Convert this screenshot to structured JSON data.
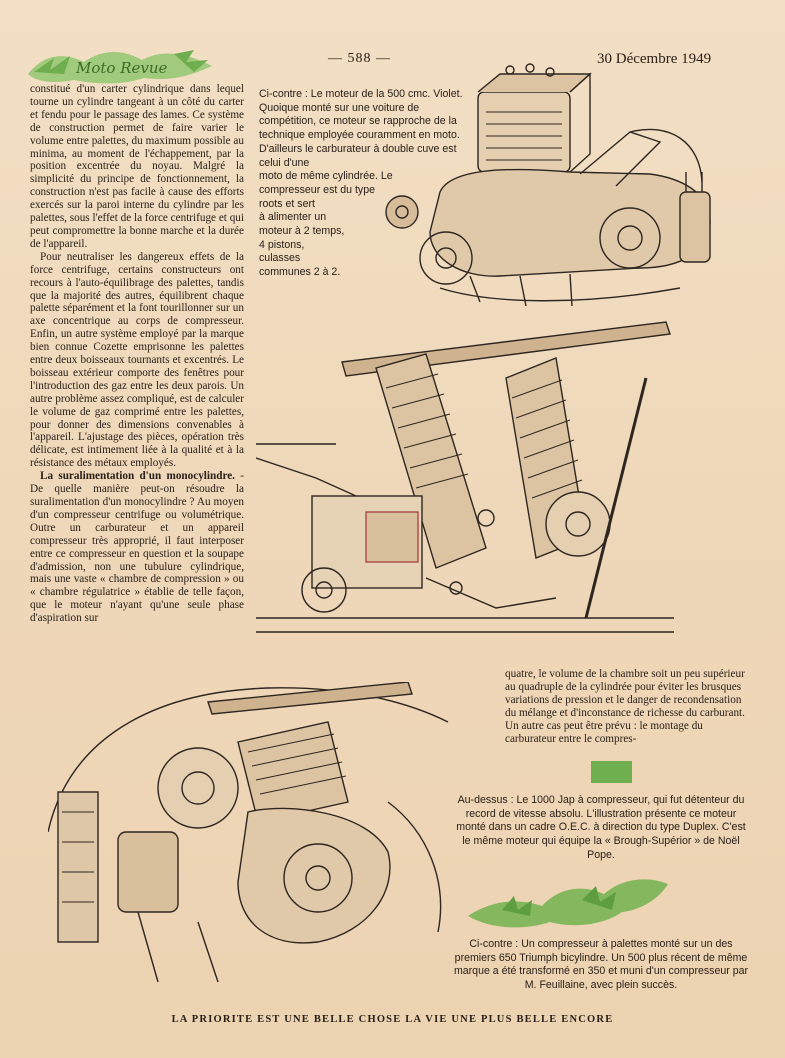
{
  "header": {
    "logo_text": "Moto Revue",
    "page_number": "— 588 —",
    "date": "30 Décembre 1949"
  },
  "article": {
    "col_left_p1": "constitué d'un carter cylindrique dans lequel tourne un cylindre tangeant à un côté du carter et fendu pour le passage des lames. Ce système de construction permet de faire varier le volume entre palettes, du maximum possible au minima, au moment de l'échappement, par la position excentrée du noyau. Malgré la simplicité du principe de fonctionnement, la construction n'est pas facile à cause des efforts exercés sur la paroi interne du cylindre par les palettes, sous l'effet de la force centrifuge et qui peut compromettre la bonne marche et la durée de l'appareil.",
    "col_left_p2": "Pour neutraliser les dangereux effets de la force centrifuge, certains constructeurs ont recours à l'auto-équilibrage des palettes, tandis que la majorité des autres, équilibrent chaque palette séparément et la font tourillonner sur un axe concentrique au corps de compresseur. Enfin, un autre système employé par la marque bien connue Cozette emprisonne les palettes entre deux boisseaux tournants et excentrés. Le boisseau extérieur comporte des fenêtres pour l'introduction des gaz entre les deux parois. Un autre problème assez compliqué, est de calculer le volume de gaz comprimé entre les palettes, pour donner des dimensions convenables à l'appareil. L'ajustage des pièces, opération très délicate, est intimement liée à la qualité et à la résistance des métaux employés.",
    "section_heading": "La suralimentation d'un monocylindre.",
    "col_left_p3": " - De quelle manière peut-on résoudre la suralimentation d'un monocylindre ? Au moyen d'un compresseur centrifuge ou volumétrique. Outre un carburateur et un appareil compresseur très approprié, il faut interposer entre ce compresseur en question et la soupape d'admission, non une tubulure cylindrique, mais une vaste « chambre de compression » ou « chambre régulatrice » établie de telle façon, que le moteur n'ayant qu'une seule phase d'aspiration sur",
    "col_right_p1": "quatre, le volume de la chambre soit un peu supérieur au quadruple de la cylindrée pour éviter les brusques variations de pression et le danger de recondensation du mélange et d'inconstance de richesse du carburant. Un autre cas peut être prévu : le montage du carburateur entre le compres-"
  },
  "captions": {
    "top_part1": "Ci-contre : Le moteur de la 500 cmc. Violet. Quoique monté sur une voiture de compétition, ce moteur se rapproche de la technique employée couramment en moto. D'ailleurs le carburateur à double cuve est celui d'une",
    "top_part2": "moto de même cylindrée. Le compresseur est du type roots et sert",
    "top_part3": "à alimenter un moteur à 2 temps, 4 pistons, culasses communes 2 à 2.",
    "middle": "Au-dessus : Le 1000 Jap à compresseur, qui fut détenteur du record de vitesse absolu. L'illustration présente ce moteur monté dans un cadre O.E.C. à direction du type Duplex. C'est le même moteur qui équipe la « Brough-Supérior » de Noël Pope.",
    "bottom": "Ci-contre : Un compresseur à palettes monté sur un des premiers 650 Triumph bicylindre. Un 500 plus récent de même marque a été transformé en 350 et muni d'un compresseur par M. Feuillaine, avec plein succès."
  },
  "footer": {
    "slogan": "LA PRIORITE EST UNE BELLE CHOSE LA VIE UNE PLUS BELLE ENCORE"
  },
  "illustrations": {
    "top_label": "engine-roots-compressor-illustration",
    "middle_label": "jap-1000-engine-illustration",
    "bottom_label": "triumph-compressor-illustration"
  },
  "colors": {
    "paper": "#f0dcc0",
    "ink": "#2a2018",
    "accent_green": "#6fae4e"
  }
}
